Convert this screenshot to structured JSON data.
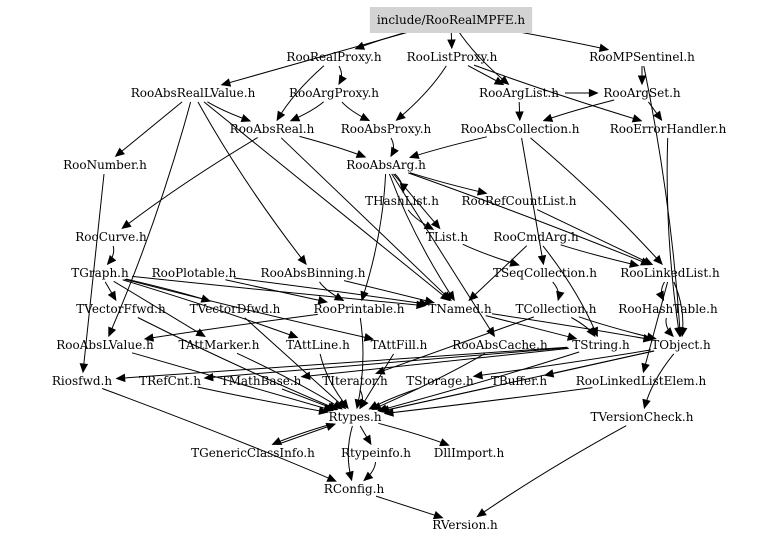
{
  "root": "include/RooRealMPFE.h",
  "nodes": [
    {
      "id": "root",
      "label": "include/RooRealMPFE.h",
      "highlight": true
    },
    {
      "id": "rrp",
      "label": "RooRealProxy.h"
    },
    {
      "id": "rlp",
      "label": "RooListProxy.h"
    },
    {
      "id": "rmps",
      "label": "RooMPSentinel.h"
    },
    {
      "id": "rarlv",
      "label": "RooAbsRealLValue.h"
    },
    {
      "id": "rargp",
      "label": "RooArgProxy.h"
    },
    {
      "id": "ral",
      "label": "RooArgList.h"
    },
    {
      "id": "ras",
      "label": "RooArgSet.h"
    },
    {
      "id": "rar",
      "label": "RooAbsReal.h"
    },
    {
      "id": "rap",
      "label": "RooAbsProxy.h"
    },
    {
      "id": "rac",
      "label": "RooAbsCollection.h"
    },
    {
      "id": "reh",
      "label": "RooErrorHandler.h"
    },
    {
      "id": "rn",
      "label": "RooNumber.h"
    },
    {
      "id": "raa",
      "label": "RooAbsArg.h"
    },
    {
      "id": "thl",
      "label": "THashList.h"
    },
    {
      "id": "rrcl",
      "label": "RooRefCountList.h"
    },
    {
      "id": "rc",
      "label": "RooCurve.h"
    },
    {
      "id": "tl",
      "label": "TList.h"
    },
    {
      "id": "rca",
      "label": "RooCmdArg.h"
    },
    {
      "id": "tg",
      "label": "TGraph.h"
    },
    {
      "id": "rpl",
      "label": "RooPlotable.h"
    },
    {
      "id": "rab",
      "label": "RooAbsBinning.h"
    },
    {
      "id": "tsc",
      "label": "TSeqCollection.h"
    },
    {
      "id": "rll",
      "label": "RooLinkedList.h"
    },
    {
      "id": "tvff",
      "label": "TVectorFfwd.h"
    },
    {
      "id": "tvdf",
      "label": "TVectorDfwd.h"
    },
    {
      "id": "rpr",
      "label": "RooPrintable.h"
    },
    {
      "id": "tn",
      "label": "TNamed.h"
    },
    {
      "id": "tc",
      "label": "TCollection.h"
    },
    {
      "id": "rht",
      "label": "RooHashTable.h"
    },
    {
      "id": "ralv",
      "label": "RooAbsLValue.h"
    },
    {
      "id": "tam",
      "label": "TAttMarker.h"
    },
    {
      "id": "tal",
      "label": "TAttLine.h"
    },
    {
      "id": "taf",
      "label": "TAttFill.h"
    },
    {
      "id": "racache",
      "label": "RooAbsCache.h"
    },
    {
      "id": "ts",
      "label": "TString.h"
    },
    {
      "id": "to",
      "label": "TObject.h"
    },
    {
      "id": "rf",
      "label": "Riosfwd.h"
    },
    {
      "id": "trc",
      "label": "TRefCnt.h"
    },
    {
      "id": "tmb",
      "label": "TMathBase.h"
    },
    {
      "id": "ti",
      "label": "TIterator.h"
    },
    {
      "id": "tst",
      "label": "TStorage.h"
    },
    {
      "id": "tb",
      "label": "TBuffer.h"
    },
    {
      "id": "rlle",
      "label": "RooLinkedListElem.h"
    },
    {
      "id": "rt",
      "label": "Rtypes.h"
    },
    {
      "id": "tvc",
      "label": "TVersionCheck.h"
    },
    {
      "id": "tgci",
      "label": "TGenericClassInfo.h"
    },
    {
      "id": "rti",
      "label": "Rtypeinfo.h"
    },
    {
      "id": "dll",
      "label": "DllImport.h"
    },
    {
      "id": "rcfg",
      "label": "RConfig.h"
    },
    {
      "id": "rv",
      "label": "RVersion.h"
    }
  ],
  "edges": [
    [
      "root",
      "rrp"
    ],
    [
      "root",
      "rlp"
    ],
    [
      "root",
      "rmps"
    ],
    [
      "root",
      "ral"
    ],
    [
      "root",
      "rarlv"
    ],
    [
      "rrp",
      "rargp"
    ],
    [
      "rrp",
      "rar"
    ],
    [
      "rlp",
      "ral"
    ],
    [
      "rlp",
      "rap"
    ],
    [
      "rlp",
      "reh"
    ],
    [
      "rmps",
      "ras"
    ],
    [
      "rmps",
      "to"
    ],
    [
      "rarlv",
      "rar"
    ],
    [
      "rarlv",
      "rn"
    ],
    [
      "rarlv",
      "ralv"
    ],
    [
      "rarlv",
      "rab"
    ],
    [
      "rarlv",
      "tn"
    ],
    [
      "rargp",
      "rar"
    ],
    [
      "rargp",
      "rap"
    ],
    [
      "ral",
      "rac"
    ],
    [
      "ral",
      "ras"
    ],
    [
      "ras",
      "rac"
    ],
    [
      "ras",
      "reh"
    ],
    [
      "rar",
      "raa"
    ],
    [
      "rar",
      "rc"
    ],
    [
      "rar",
      "tn"
    ],
    [
      "rap",
      "raa"
    ],
    [
      "rac",
      "raa"
    ],
    [
      "rac",
      "tsc"
    ],
    [
      "rac",
      "rll"
    ],
    [
      "reh",
      "to"
    ],
    [
      "rn",
      "rf"
    ],
    [
      "raa",
      "thl"
    ],
    [
      "raa",
      "rrcl"
    ],
    [
      "raa",
      "tl"
    ],
    [
      "raa",
      "rpr"
    ],
    [
      "raa",
      "tn"
    ],
    [
      "raa",
      "racache"
    ],
    [
      "raa",
      "rll"
    ],
    [
      "thl",
      "tl"
    ],
    [
      "rrcl",
      "rll"
    ],
    [
      "rc",
      "tg"
    ],
    [
      "tl",
      "tsc"
    ],
    [
      "rca",
      "tn"
    ],
    [
      "rca",
      "ts"
    ],
    [
      "rca",
      "rll"
    ],
    [
      "tg",
      "tvff"
    ],
    [
      "tg",
      "tvdf"
    ],
    [
      "tg",
      "tn"
    ],
    [
      "tg",
      "tam"
    ],
    [
      "tg",
      "tal"
    ],
    [
      "tg",
      "taf"
    ],
    [
      "rpl",
      "rpr"
    ],
    [
      "rpl",
      "tn"
    ],
    [
      "rab",
      "rpr"
    ],
    [
      "rab",
      "tn"
    ],
    [
      "tsc",
      "tc"
    ],
    [
      "rll",
      "rht"
    ],
    [
      "rll",
      "rlle"
    ],
    [
      "rll",
      "to"
    ],
    [
      "tvff",
      "rt"
    ],
    [
      "tvdf",
      "rt"
    ],
    [
      "rpr",
      "rt"
    ],
    [
      "rpr",
      "ralv"
    ],
    [
      "tn",
      "ts"
    ],
    [
      "tn",
      "to"
    ],
    [
      "tc",
      "to"
    ],
    [
      "tc",
      "ti"
    ],
    [
      "tc",
      "ts"
    ],
    [
      "rht",
      "to"
    ],
    [
      "ralv",
      "rt"
    ],
    [
      "tam",
      "rt"
    ],
    [
      "tal",
      "rt"
    ],
    [
      "taf",
      "rt"
    ],
    [
      "racache",
      "rt"
    ],
    [
      "ts",
      "trc"
    ],
    [
      "ts",
      "tmb"
    ],
    [
      "ts",
      "rt"
    ],
    [
      "ts",
      "rf"
    ],
    [
      "to",
      "rt"
    ],
    [
      "to",
      "tst"
    ],
    [
      "to",
      "tvc"
    ],
    [
      "to",
      "tb"
    ],
    [
      "rf",
      "rcfg"
    ],
    [
      "trc",
      "rt"
    ],
    [
      "tmb",
      "rt"
    ],
    [
      "ti",
      "rt"
    ],
    [
      "tst",
      "rt"
    ],
    [
      "tb",
      "rt"
    ],
    [
      "rlle",
      "rt"
    ],
    [
      "rt",
      "tgci"
    ],
    [
      "rt",
      "rti"
    ],
    [
      "rt",
      "dll"
    ],
    [
      "rt",
      "rcfg"
    ],
    [
      "tgci",
      "rt"
    ],
    [
      "rti",
      "rcfg"
    ],
    [
      "tvc",
      "rv"
    ],
    [
      "rcfg",
      "rv"
    ]
  ]
}
